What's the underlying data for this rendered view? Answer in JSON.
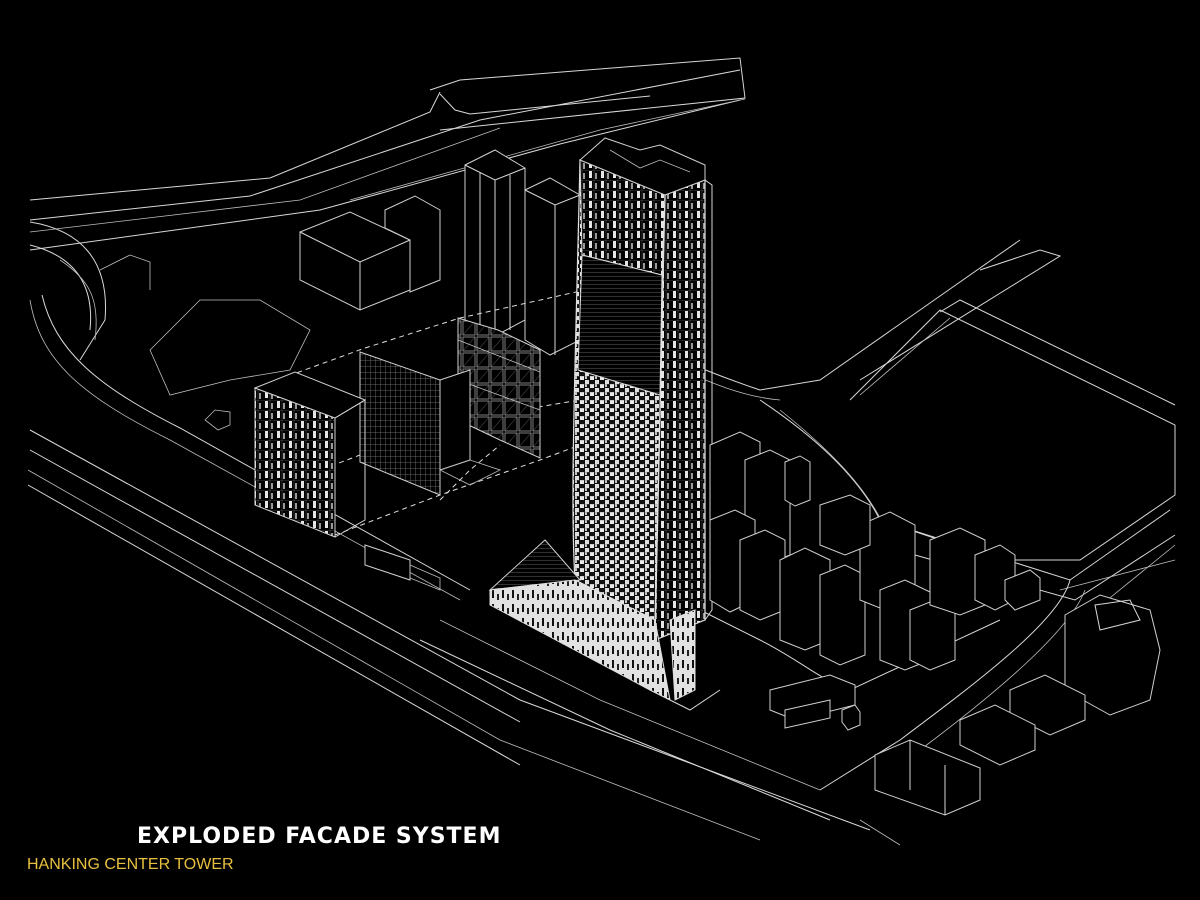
{
  "title": {
    "main": "EXPLODED FACADE SYSTEM",
    "subtitle": "HANKING CENTER TOWER"
  },
  "colors": {
    "background": "#000000",
    "linework": "#d8d8d8",
    "title": "#ffffff",
    "subtitle": "#e8c040",
    "facade_panel": "#e6e6e6"
  },
  "drawing": {
    "type": "axonometric-architectural-diagram",
    "elements": [
      {
        "name": "main-tower",
        "description": "Tall tapered tower with pixelated facade panels"
      },
      {
        "name": "podium-base",
        "description": "Angular white podium at tower base"
      },
      {
        "name": "exploded-panel-1",
        "description": "Pixel-patterned facade layer"
      },
      {
        "name": "exploded-panel-2",
        "description": "Fine grid mullion layer"
      },
      {
        "name": "exploded-panel-3",
        "description": "Structural frame layer with bracing"
      },
      {
        "name": "context-buildings",
        "description": "Surrounding residential and commercial blocks"
      },
      {
        "name": "road-network",
        "description": "Highways and street curbs"
      }
    ]
  }
}
